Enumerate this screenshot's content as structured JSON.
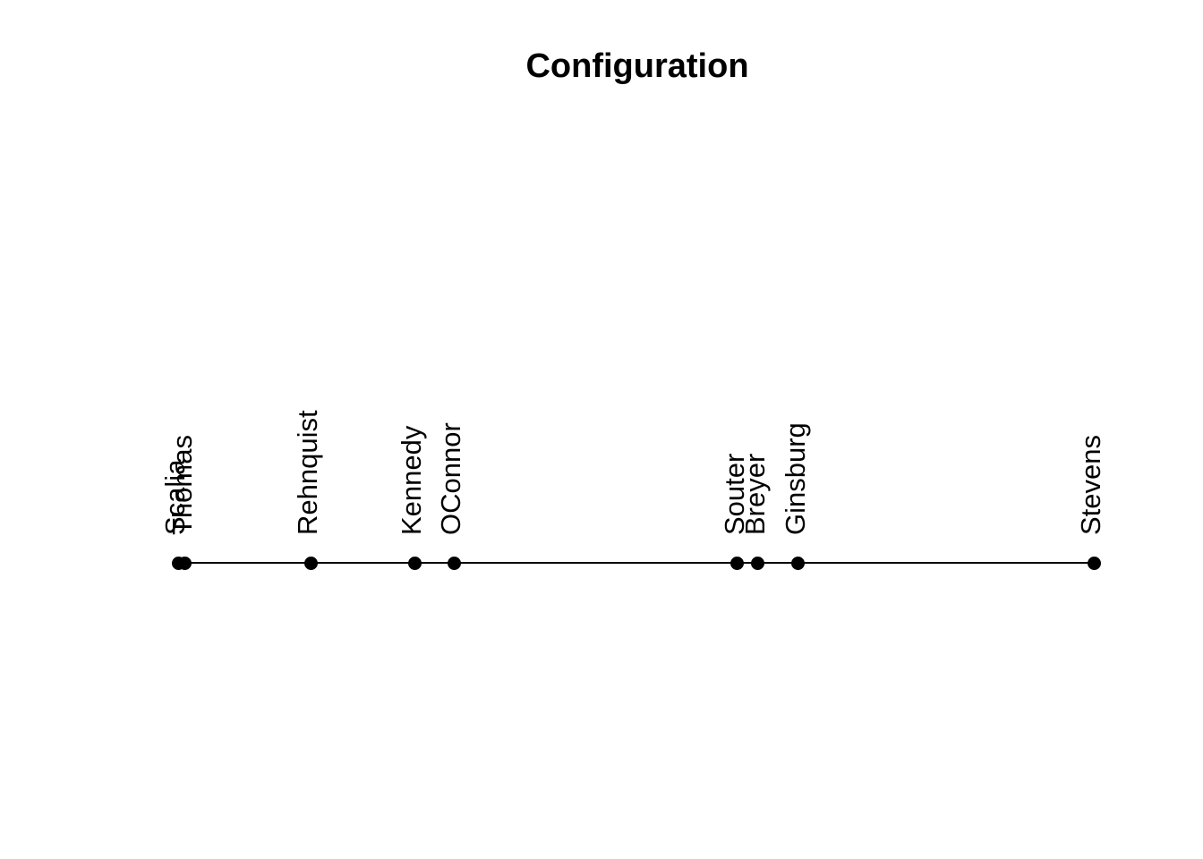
{
  "chart_data": {
    "type": "scatter",
    "title": "Configuration",
    "description": "One-dimensional MDS configuration of Supreme Court justices: points on a single horizontal line with rotated name labels",
    "points": [
      {
        "label": "Scalia",
        "x": 0.0
      },
      {
        "label": "Thomas",
        "x": 0.0078
      },
      {
        "label": "Rehnquist",
        "x": 0.1447
      },
      {
        "label": "Kennedy",
        "x": 0.2581
      },
      {
        "label": "OConnor",
        "x": 0.3011
      },
      {
        "label": "Souter",
        "x": 0.6109
      },
      {
        "label": "Breyer",
        "x": 0.6334
      },
      {
        "label": "Ginsburg",
        "x": 0.6774
      },
      {
        "label": "Stevens",
        "x": 1.0
      }
    ],
    "xlim": [
      0,
      1
    ],
    "grid": false,
    "axes_shown": false,
    "legend": "none",
    "point_color": "#000000",
    "line_color": "#000000",
    "label_color": "#000000",
    "title_color": "#000000",
    "background": "#ffffff"
  }
}
